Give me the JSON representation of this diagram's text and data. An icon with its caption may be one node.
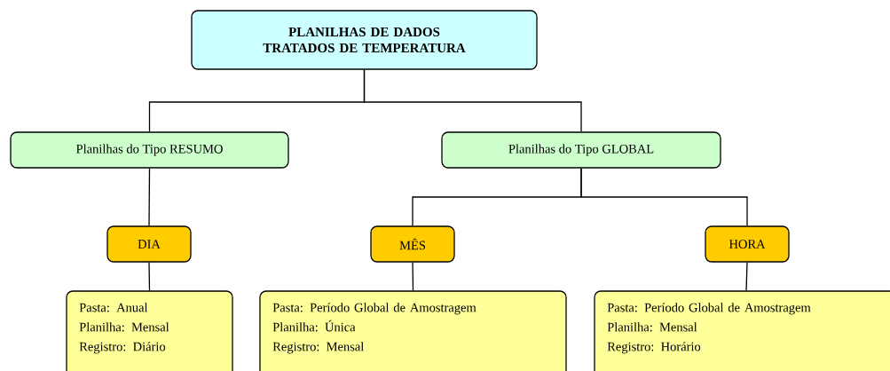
{
  "diagram": {
    "nodes": [
      {
        "text": [
          "PLANILHAS DE DADOS TRATADOS DE TEMPERATURA"
        ]
      },
      {
        "text": [
          "Planilhas do Tipo RESUMO"
        ]
      },
      {
        "text": [
          "Planilhas do Tipo GLOBAL"
        ]
      },
      {
        "text": [
          "DIA"
        ]
      },
      {
        "text": [
          "MÊS"
        ]
      },
      {
        "text": [
          "HORA"
        ]
      },
      {
        "text": [
          "Pasta: Anual",
          "Planilha: Mensal",
          "Registro: Diário"
        ]
      },
      {
        "text": [
          "Pasta: Período Global de Amostragem",
          "Planilha: Única",
          "Registro: Mensal"
        ]
      },
      {
        "text": [
          "Pasta: Período Global de Amostragem",
          "Planilha: Mensal",
          "Registro: Horário"
        ]
      }
    ],
    "edges": [
      {
        "from": 0,
        "to": 1,
        "arrow": "none"
      },
      {
        "from": 0,
        "to": 2,
        "arrow": "none"
      },
      {
        "from": 1,
        "to": 3,
        "arrow": "none"
      },
      {
        "from": 2,
        "to": 4,
        "arrow": "none"
      },
      {
        "from": 2,
        "to": 5,
        "arrow": "none"
      },
      {
        "from": 3,
        "to": 6,
        "arrow": "none"
      },
      {
        "from": 4,
        "to": 7,
        "arrow": "none"
      },
      {
        "from": 5,
        "to": 8,
        "arrow": "none"
      }
    ]
  }
}
